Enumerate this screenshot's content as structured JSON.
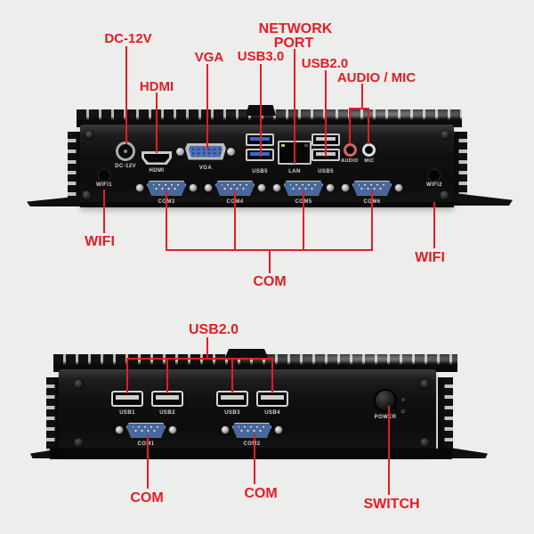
{
  "colors": {
    "background": "#ededec",
    "annotation_red": "#e51c23",
    "case_black": "#0c0c0c",
    "vga_blue": "#4a6db5",
    "usb3_blue": "#2f6fd6",
    "db9_blue": "#46689e",
    "audio_ring": "#cf6a5e",
    "mic_ring": "#dddddd"
  },
  "annotations_back": {
    "dc12v": "DC-12V",
    "hdmi": "HDMI",
    "vga": "VGA",
    "usb3": "USB3.0",
    "network_line1": "NETWORK",
    "network_line2": "PORT",
    "usb2": "USB2.0",
    "audio_mic": "AUDIO / MIC",
    "wifi_left": "WIFI",
    "wifi_right": "WIFI",
    "com": "COM"
  },
  "annotations_front": {
    "usb2": "USB2.0",
    "com_left": "COM",
    "com_center": "COM",
    "switch": "SWITCH"
  },
  "back_panel": {
    "wifi1_label": "WIFI1",
    "dc_label": "DC-12V",
    "hdmi_label": "HDMI",
    "vga_label": "VGA",
    "usb3_label": "USB5",
    "lan_label": "LAN",
    "usb2_label": "USB5",
    "audio_label": "AUDIO",
    "mic_label": "MIC",
    "wifi2_label": "WIFI2",
    "com_labels": [
      "COM3",
      "COM4",
      "COM5",
      "COM6"
    ]
  },
  "front_panel": {
    "usb_labels": [
      "USB1",
      "USB2",
      "USB3",
      "USB4"
    ],
    "com_labels": [
      "COM1",
      "COM2"
    ],
    "power_label": "POWER",
    "led_icon": "☼"
  }
}
